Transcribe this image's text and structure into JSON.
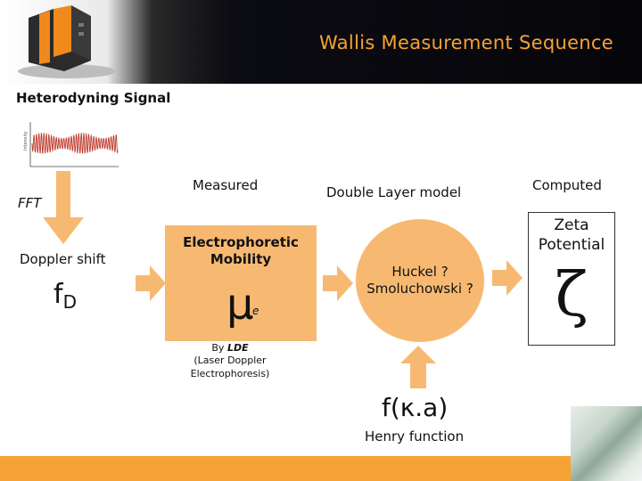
{
  "header": {
    "title": "Wallis Measurement Sequence"
  },
  "diagram": {
    "subtitle": "Heterodyning Signal",
    "fft": "FFT",
    "doppler_shift": "Doppler shift",
    "fd_main": "f",
    "fd_sub": "D",
    "measured": "Measured",
    "double_layer_model": "Double Layer model",
    "computed": "Computed",
    "mobility_label": "Electrophoretic Mobility",
    "mu_symbol": "μ",
    "mu_sub": "e",
    "huckel": "Huckel ? Smoluchowski ?",
    "zeta_label": "Zeta Potential",
    "zeta_symbol": "ζ",
    "lde_by": "By ",
    "lde_abbr": "LDE",
    "lde_rest": "(Laser Doppler Electrophoresis)",
    "f_kappa": "f(κ.a)",
    "henry_function": "Henry function"
  },
  "colors": {
    "accent": "#f7a234",
    "shape_fill": "#f7b972",
    "arrow_fill": "#f7b972",
    "wave": "#c0392b"
  },
  "icons": [
    "instrument-image",
    "signal-waveform",
    "lab-vials-photo"
  ]
}
